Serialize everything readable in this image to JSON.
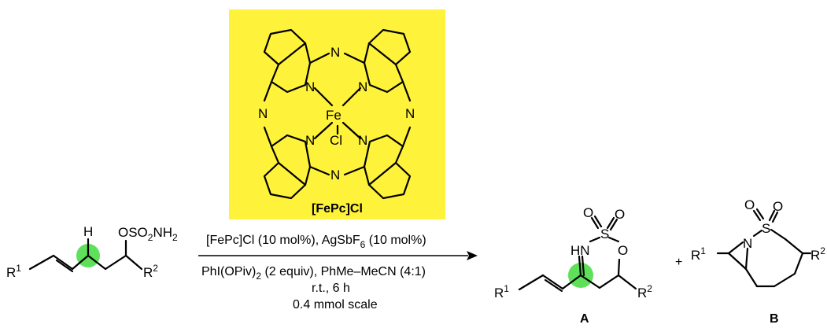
{
  "catalyst": {
    "label": "[FePc]Cl",
    "box_color": "#fff23a",
    "metal": "Fe",
    "axial_ligand": "Cl",
    "nitrogen": "N"
  },
  "substrate": {
    "r1": "R",
    "r1_sup": "1",
    "r2": "R",
    "r2_sup": "2",
    "h_label": "H",
    "sulfamate_prefix": "OSO",
    "sulfamate_sub": "2",
    "sulfamate_suffix": "NH",
    "sulfamate_sub2": "2",
    "highlight_color": "#5fe05a"
  },
  "conditions": {
    "line1_prefix": "[FePc]Cl (10 mol%), AgSbF",
    "line1_sub": "6",
    "line1_suffix": " (10 mol%)",
    "line2_prefix": "PhI(OPiv)",
    "line2_sub": "2",
    "line2_suffix": " (2 equiv), PhMe–MeCN (4:1)",
    "line3": "r.t., 6 h",
    "line4": "0.4 mmol scale"
  },
  "product_a": {
    "label": "A",
    "hn": "HN",
    "s": "S",
    "o": "O"
  },
  "plus": "+",
  "product_b": {
    "label": "B",
    "n": "N",
    "s": "S",
    "o": "O"
  }
}
